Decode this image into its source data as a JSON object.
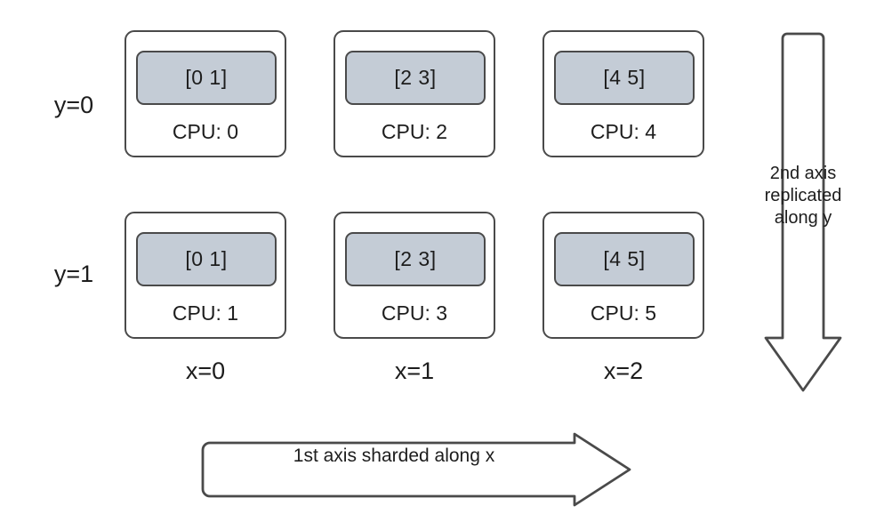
{
  "diagram": {
    "title": "Device mesh sharding diagram",
    "stroke_color": "#4a4a4a",
    "shard_fill_color": "#c4ccd6",
    "text_color": "#1d1d1d"
  },
  "row_labels": [
    {
      "text": "y=0"
    },
    {
      "text": "y=1"
    }
  ],
  "col_labels": [
    {
      "text": "x=0"
    },
    {
      "text": "x=1"
    },
    {
      "text": "x=2"
    }
  ],
  "cards": [
    {
      "shard": "[0 1]",
      "cpu": "CPU: 0",
      "row": 0,
      "col": 0
    },
    {
      "shard": "[2 3]",
      "cpu": "CPU: 2",
      "row": 0,
      "col": 1
    },
    {
      "shard": "[4 5]",
      "cpu": "CPU: 4",
      "row": 0,
      "col": 2
    },
    {
      "shard": "[0 1]",
      "cpu": "CPU: 1",
      "row": 1,
      "col": 0
    },
    {
      "shard": "[2 3]",
      "cpu": "CPU: 3",
      "row": 1,
      "col": 1
    },
    {
      "shard": "[4 5]",
      "cpu": "CPU: 5",
      "row": 1,
      "col": 2
    }
  ],
  "arrows": {
    "vertical": {
      "label_line_1": "2nd axis",
      "label_line_2": "replicated",
      "label_line_3": "along y",
      "direction": "down"
    },
    "horizontal": {
      "label": "1st axis sharded along x",
      "direction": "right"
    }
  }
}
